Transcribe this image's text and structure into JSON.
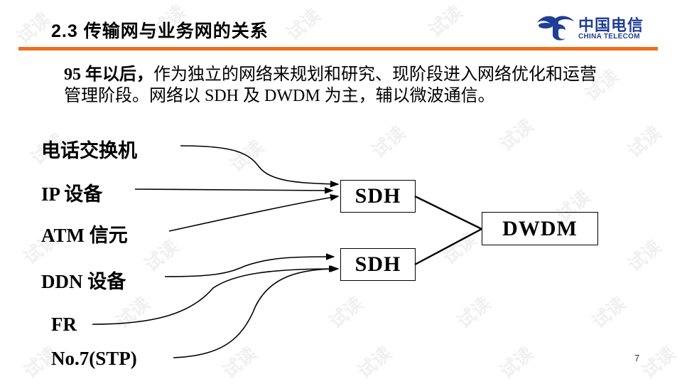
{
  "slide": {
    "title": "2.3  传输网与业务网的关系",
    "accent_color": "#f26b1d",
    "page_number": "7"
  },
  "logo": {
    "icon": "china-telecom-logo-icon",
    "name_cn": "中国电信",
    "name_en": "CHINA TELECOM",
    "color": "#1f3e94"
  },
  "intro": {
    "lead": "95 年以后，",
    "body": "作为独立的网络来规划和研究、现阶段进入网络优化和运营管理阶段。网络以 SDH 及 DWDM 为主，辅以微波通信。"
  },
  "diagram": {
    "sources": [
      {
        "label": "电话交换机",
        "target": "SDH-1"
      },
      {
        "label": "IP 设备",
        "target": "SDH-1"
      },
      {
        "label": "ATM 信元",
        "target": "SDH-1"
      },
      {
        "label": "DDN 设备",
        "target": "SDH-2"
      },
      {
        "label": "FR",
        "target": "SDH-2"
      },
      {
        "label": "No.7(STP)",
        "target": "SDH-2"
      }
    ],
    "nodes": [
      {
        "id": "SDH-1",
        "label": "SDH"
      },
      {
        "id": "SDH-2",
        "label": "SDH"
      },
      {
        "id": "DWDM",
        "label": "DWDM"
      }
    ],
    "edges": [
      {
        "from": "SDH-1",
        "to": "DWDM"
      },
      {
        "from": "SDH-2",
        "to": "DWDM"
      }
    ]
  },
  "watermark": {
    "text": "试读"
  }
}
